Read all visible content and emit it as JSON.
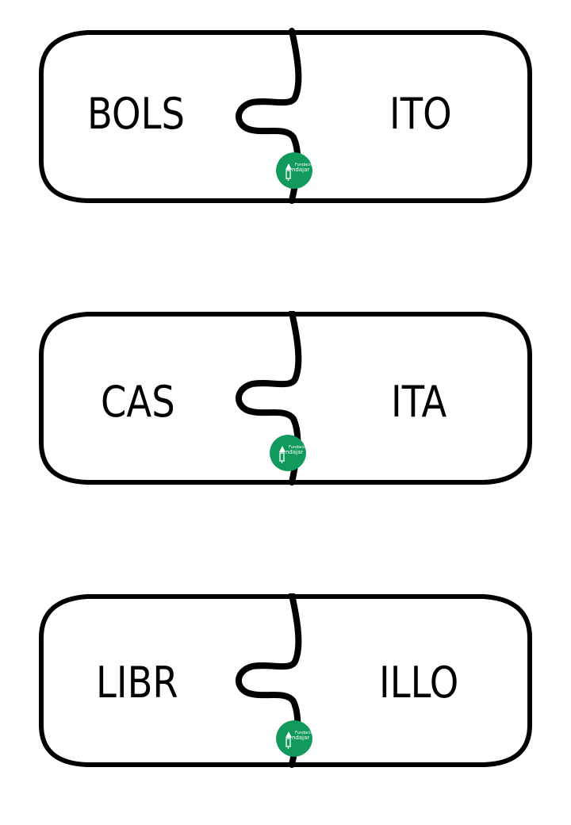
{
  "colors": {
    "outline": "#000000",
    "logo_bg": "#129a5c",
    "logo_fg": "#ffffff"
  },
  "logo_text": {
    "top": "Fundación",
    "bottom": "ndajar"
  },
  "puzzles": [
    {
      "left": "BOLS",
      "right": "ITO"
    },
    {
      "left": "CAS",
      "right": "ITA"
    },
    {
      "left": "LIBR",
      "right": "ILLO"
    }
  ]
}
